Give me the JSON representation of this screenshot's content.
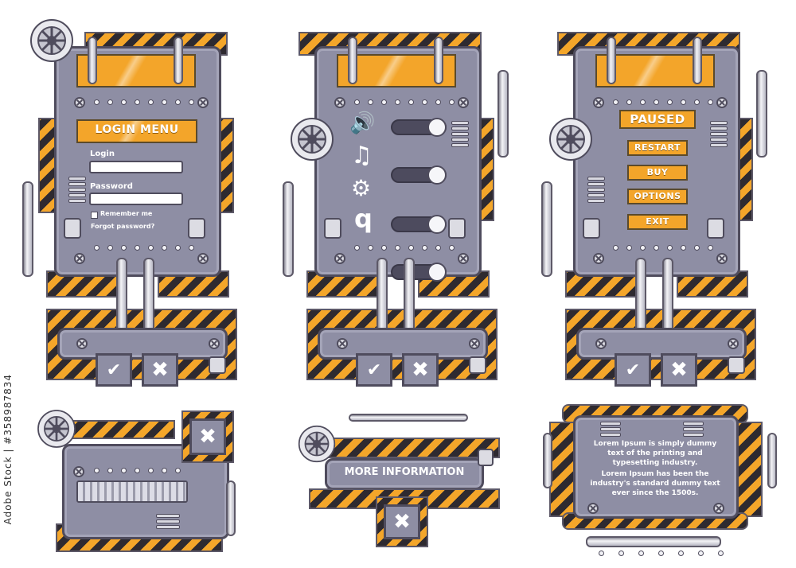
{
  "login": {
    "title": "LOGIN MENU",
    "login_label": "Login",
    "login_value": "",
    "password_label": "Password",
    "password_value": "",
    "remember_label": "Remember me",
    "forgot_label": "Forgot password?",
    "ok_glyph": "✔",
    "cancel_glyph": "✖"
  },
  "settings": {
    "rows": [
      {
        "icon": "speaker-icon",
        "glyph": "🔊"
      },
      {
        "icon": "music-icon",
        "glyph": "♫"
      },
      {
        "icon": "gears-icon",
        "glyph": "⚙"
      },
      {
        "icon": "q-icon",
        "glyph": "q"
      }
    ],
    "ok_glyph": "✔",
    "cancel_glyph": "✖"
  },
  "paused": {
    "title": "PAUSED",
    "items": [
      "RESTART",
      "BUY",
      "OPTIONS",
      "EXIT"
    ],
    "ok_glyph": "✔",
    "cancel_glyph": "✖"
  },
  "loading": {
    "close_glyph": "✖",
    "progress": 1.0
  },
  "info": {
    "title": "MORE INFORMATION",
    "close_glyph": "✖"
  },
  "text_panel": {
    "paragraph1": "Lorem Ipsum is simply dummy text of the printing and typesetting industry.",
    "paragraph2": "Lorem Ipsum has been the industry's standard dummy text ever since the 1500s."
  },
  "watermark": "Adobe Stock | #358987834",
  "colors": {
    "accent": "#f3a52a",
    "panel": "#8e8ea4",
    "dark": "#2e2a30"
  }
}
